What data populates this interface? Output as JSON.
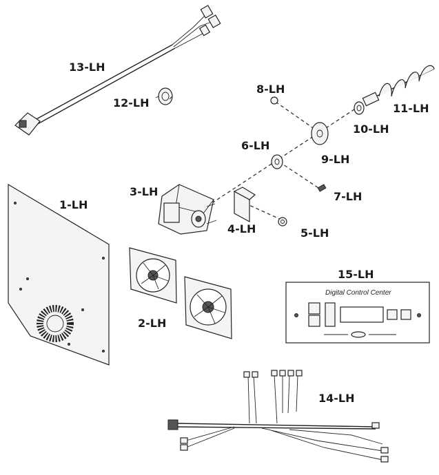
{
  "labels": {
    "p1": "1-LH",
    "p2": "2-LH",
    "p3": "3-LH",
    "p4": "4-LH",
    "p5": "5-LH",
    "p6": "6-LH",
    "p7": "7-LH",
    "p8": "8-LH",
    "p9": "9-LH",
    "p10": "10-LH",
    "p11": "11-LH",
    "p12": "12-LH",
    "p13": "13-LH",
    "p14": "14-LH",
    "p15": "15-LH"
  },
  "control_panel": {
    "title": "Digital Control Center"
  }
}
